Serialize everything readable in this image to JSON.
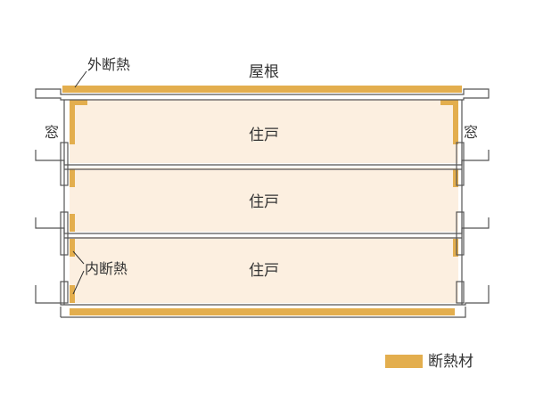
{
  "labels": {
    "roof": "屋根",
    "outer_insulation": "外断熱",
    "inner_insulation": "内断熱",
    "window_left": "窓",
    "window_right": "窓",
    "unit_top": "住戸",
    "unit_middle": "住戸",
    "unit_bottom": "住戸"
  },
  "legend": {
    "label": "断熱材"
  },
  "colors": {
    "insulation": "#E3AE4E",
    "unit_fill": "#FCEFE0",
    "structure_line": "#555555",
    "text": "#333333"
  }
}
